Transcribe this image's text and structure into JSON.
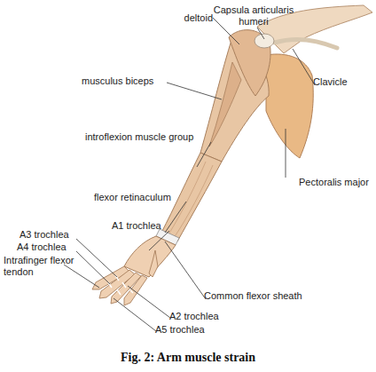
{
  "diagram": {
    "caption": "Fig. 2: Arm muscle strain",
    "labels": [
      "Capsula articularis humeri",
      "deltoid",
      "musculus biceps",
      "Clavicle",
      "introflexion muscle group",
      "Pectoralis major",
      "flexor retinaculum",
      "A1 trochlea",
      "A3 trochlea",
      "A4 trochlea",
      "Intrafinger flexor tendon",
      "Common flexor sheath",
      "A2 trochlea",
      "A5 trochlea"
    ]
  }
}
